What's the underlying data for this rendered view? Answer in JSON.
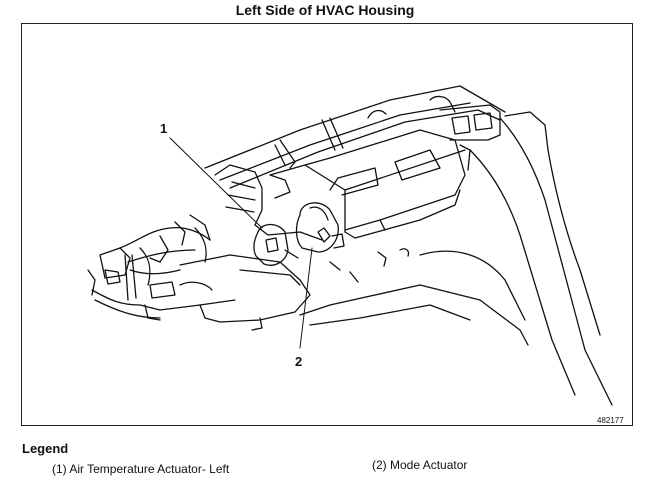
{
  "title": "Left Side of HVAC Housing",
  "callouts": [
    "1",
    "2"
  ],
  "figure_number": "482177",
  "legend": {
    "heading": "Legend",
    "items": [
      "(1)  Air Temperature Actuator- Left",
      "(2)  Mode Actuator"
    ]
  }
}
